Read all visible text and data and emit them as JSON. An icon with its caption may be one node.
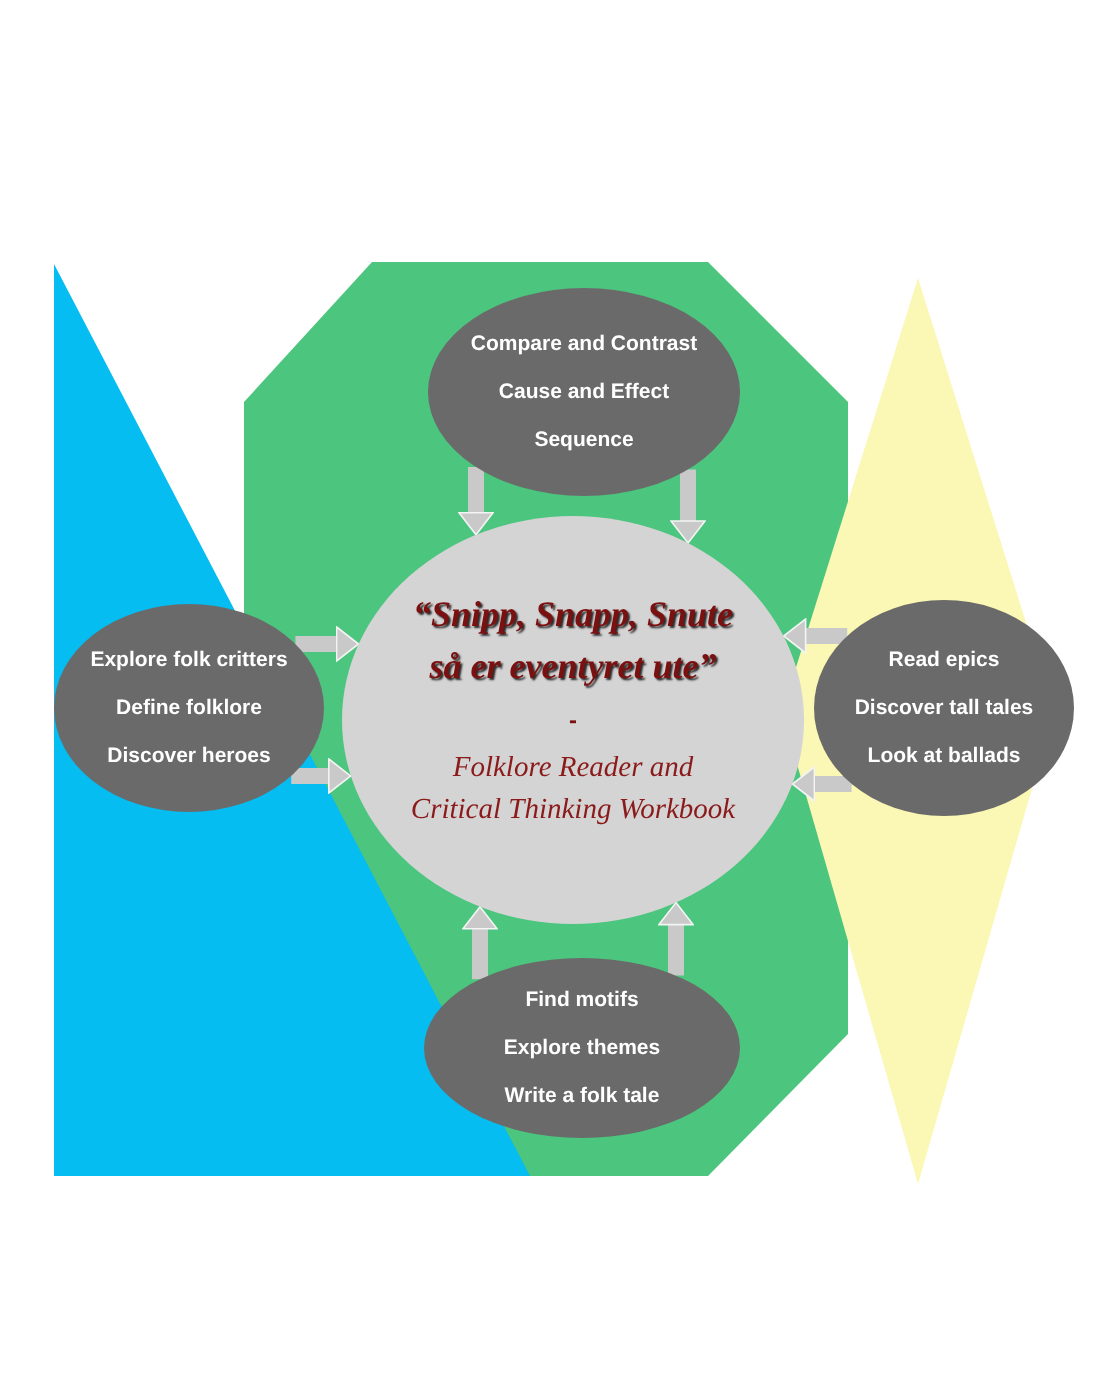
{
  "diagram": {
    "nodes": [
      {
        "text": [
          "Compare and Contrast",
          "Cause and Effect",
          "Sequence"
        ]
      },
      {
        "text": [
          "Explore folk critters",
          "Define folklore",
          "Discover heroes"
        ]
      },
      {
        "text": [
          "“Snipp, Snapp, Snute så er eventyret ute”",
          "-",
          "Folklore Reader and Critical Thinking Workbook"
        ]
      },
      {
        "text": [
          "Read epics",
          "Discover tall tales",
          "Look at ballads"
        ]
      },
      {
        "text": [
          "Find motifs",
          "Explore themes",
          "Write a folk tale"
        ]
      }
    ],
    "edges": [
      {
        "from": 0,
        "to": 2,
        "arrow": "to"
      },
      {
        "from": 0,
        "to": 2,
        "arrow": "to"
      },
      {
        "from": 1,
        "to": 2,
        "arrow": "to"
      },
      {
        "from": 1,
        "to": 2,
        "arrow": "to"
      },
      {
        "from": 3,
        "to": 2,
        "arrow": "to"
      },
      {
        "from": 3,
        "to": 2,
        "arrow": "to"
      },
      {
        "from": 4,
        "to": 2,
        "arrow": "to"
      },
      {
        "from": 4,
        "to": 2,
        "arrow": "to"
      }
    ]
  }
}
